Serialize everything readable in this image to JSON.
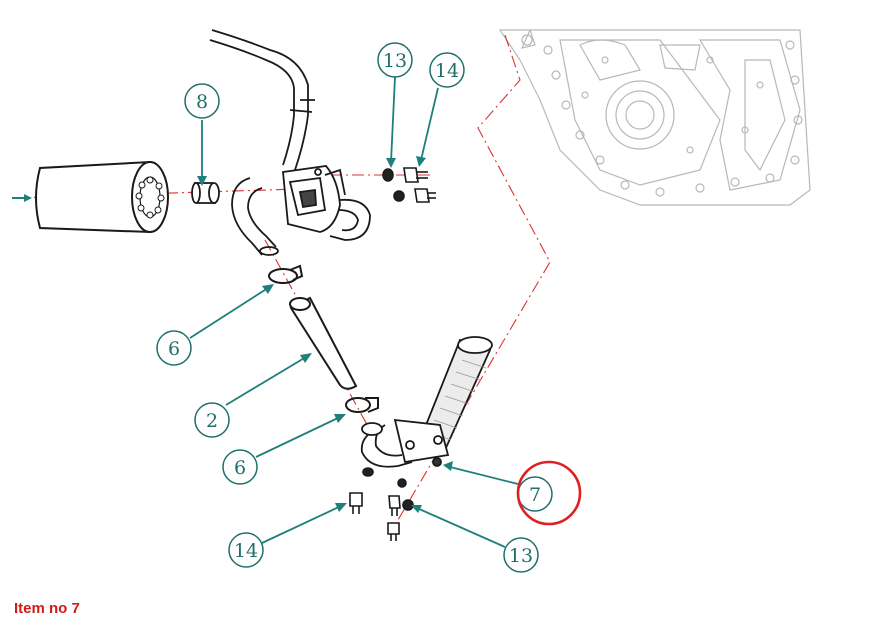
{
  "callouts": [
    {
      "id": "c8",
      "label": "8"
    },
    {
      "id": "c13a",
      "label": "13"
    },
    {
      "id": "c14a",
      "label": "14"
    },
    {
      "id": "c6a",
      "label": "6"
    },
    {
      "id": "c2",
      "label": "2"
    },
    {
      "id": "c6b",
      "label": "6"
    },
    {
      "id": "c7",
      "label": "7"
    },
    {
      "id": "c14b",
      "label": "14"
    },
    {
      "id": "c13b",
      "label": "13"
    }
  ],
  "highlighted_item": "7",
  "caption": "Item no 7",
  "colors": {
    "callout": "#1f6f6a",
    "leader": "#1f7f7a",
    "highlight": "#e02020",
    "centerline": "#e03030",
    "part_outline": "#1a1a1a",
    "background_part": "#b8b8b8",
    "caption": "#d11a1a"
  }
}
